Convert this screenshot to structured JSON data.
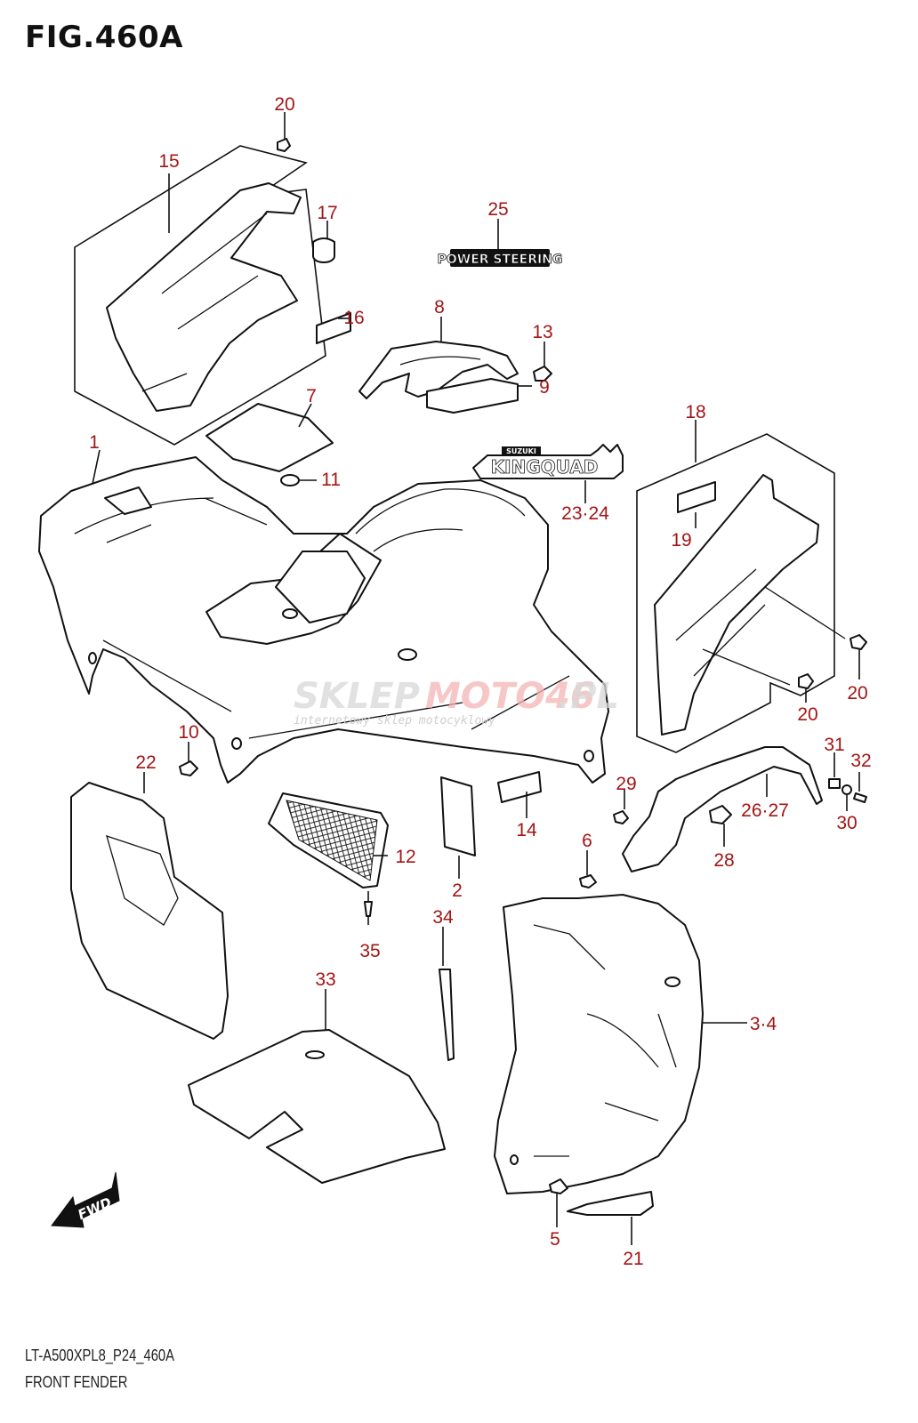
{
  "figure": {
    "title": "FIG.460A",
    "code": "LT-A500XPL8_P24_460A",
    "name": "FRONT FENDER"
  },
  "labels": {
    "power_steering": "POWER STEERING",
    "kingquad": "KINGQUAD",
    "suzuki": "SUZUKI",
    "fwd": "FWD"
  },
  "watermark": {
    "brand_grey": "SKLEP",
    "brand_red": "MOTO46",
    "tld": ".PL",
    "tagline": "internetowy sklep motocyklowy"
  },
  "callouts": [
    {
      "id": "c1",
      "text": "1"
    },
    {
      "id": "c2",
      "text": "2"
    },
    {
      "id": "c3-4",
      "text": "3·4"
    },
    {
      "id": "c5",
      "text": "5"
    },
    {
      "id": "c6",
      "text": "6"
    },
    {
      "id": "c7",
      "text": "7"
    },
    {
      "id": "c8",
      "text": "8"
    },
    {
      "id": "c9",
      "text": "9"
    },
    {
      "id": "c10",
      "text": "10"
    },
    {
      "id": "c11",
      "text": "11"
    },
    {
      "id": "c12",
      "text": "12"
    },
    {
      "id": "c13",
      "text": "13"
    },
    {
      "id": "c14",
      "text": "14"
    },
    {
      "id": "c15",
      "text": "15"
    },
    {
      "id": "c16",
      "text": "16"
    },
    {
      "id": "c17",
      "text": "17"
    },
    {
      "id": "c18",
      "text": "18"
    },
    {
      "id": "c19",
      "text": "19"
    },
    {
      "id": "c20a",
      "text": "20"
    },
    {
      "id": "c20b",
      "text": "20"
    },
    {
      "id": "c20c",
      "text": "20"
    },
    {
      "id": "c21",
      "text": "21"
    },
    {
      "id": "c22",
      "text": "22"
    },
    {
      "id": "c23-24",
      "text": "23·24"
    },
    {
      "id": "c25",
      "text": "25"
    },
    {
      "id": "c26-27",
      "text": "26·27"
    },
    {
      "id": "c28",
      "text": "28"
    },
    {
      "id": "c29",
      "text": "29"
    },
    {
      "id": "c30",
      "text": "30"
    },
    {
      "id": "c31",
      "text": "31"
    },
    {
      "id": "c32",
      "text": "32"
    },
    {
      "id": "c33",
      "text": "33"
    },
    {
      "id": "c34",
      "text": "34"
    },
    {
      "id": "c35",
      "text": "35"
    }
  ],
  "colors": {
    "callout": "#a31515",
    "line": "#111111",
    "watermark_red": "#f5b3b3",
    "watermark_grey": "#d8d8d8"
  }
}
